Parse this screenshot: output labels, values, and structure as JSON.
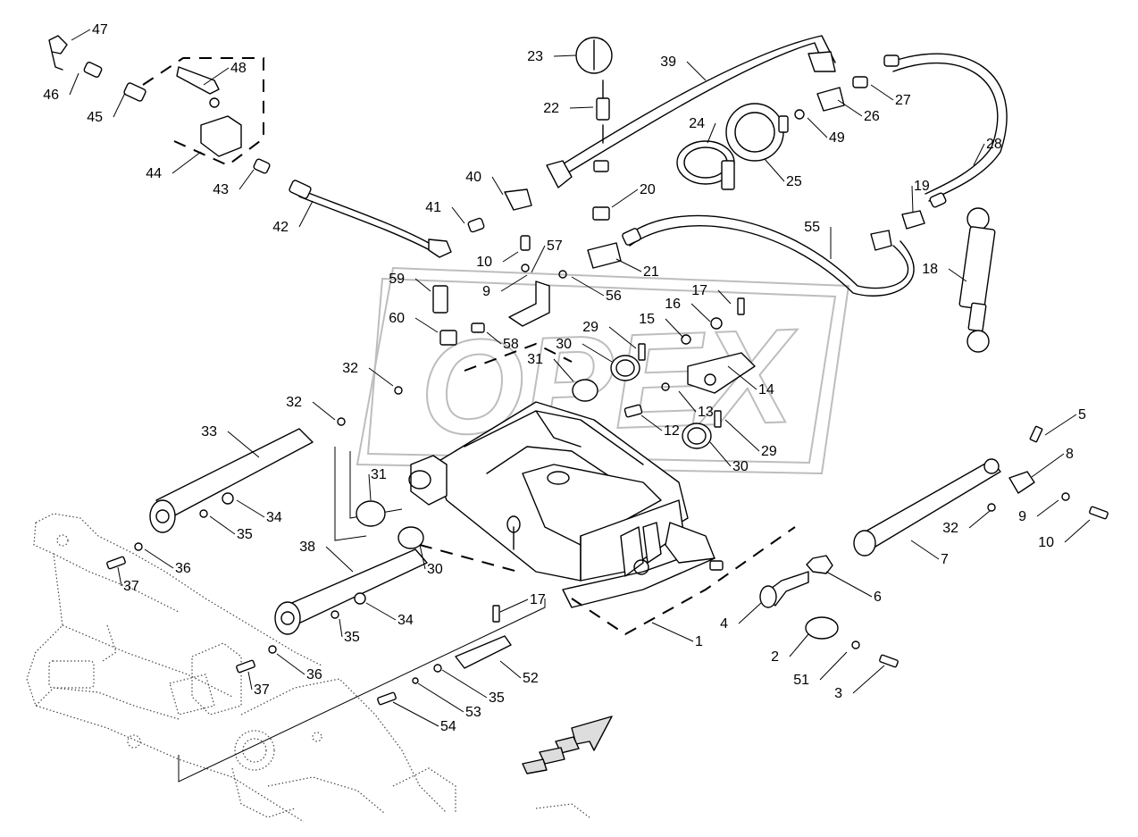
{
  "watermark_text": "OPEX",
  "callouts": [
    {
      "label": "47"
    },
    {
      "label": "46"
    },
    {
      "label": "45"
    },
    {
      "label": "48"
    },
    {
      "label": "44"
    },
    {
      "label": "43"
    },
    {
      "label": "42"
    },
    {
      "label": "41"
    },
    {
      "label": "40"
    },
    {
      "label": "23"
    },
    {
      "label": "22"
    },
    {
      "label": "39"
    },
    {
      "label": "24"
    },
    {
      "label": "25"
    },
    {
      "label": "49"
    },
    {
      "label": "26"
    },
    {
      "label": "27"
    },
    {
      "label": "28"
    },
    {
      "label": "20"
    },
    {
      "label": "21"
    },
    {
      "label": "10"
    },
    {
      "label": "57"
    },
    {
      "label": "9"
    },
    {
      "label": "56"
    },
    {
      "label": "59"
    },
    {
      "label": "60"
    },
    {
      "label": "58"
    },
    {
      "label": "55"
    },
    {
      "label": "19"
    },
    {
      "label": "18"
    },
    {
      "label": "17"
    },
    {
      "label": "16"
    },
    {
      "label": "15"
    },
    {
      "label": "29"
    },
    {
      "label": "30"
    },
    {
      "label": "31"
    },
    {
      "label": "14"
    },
    {
      "label": "13"
    },
    {
      "label": "12"
    },
    {
      "label": "29"
    },
    {
      "label": "30"
    },
    {
      "label": "32"
    },
    {
      "label": "32"
    },
    {
      "label": "33"
    },
    {
      "label": "31"
    },
    {
      "label": "34"
    },
    {
      "label": "35"
    },
    {
      "label": "36"
    },
    {
      "label": "37"
    },
    {
      "label": "38"
    },
    {
      "label": "30"
    },
    {
      "label": "34"
    },
    {
      "label": "35"
    },
    {
      "label": "36"
    },
    {
      "label": "37"
    },
    {
      "label": "17"
    },
    {
      "label": "52"
    },
    {
      "label": "35"
    },
    {
      "label": "53"
    },
    {
      "label": "54"
    },
    {
      "label": "1"
    },
    {
      "label": "4"
    },
    {
      "label": "2"
    },
    {
      "label": "51"
    },
    {
      "label": "3"
    },
    {
      "label": "6"
    },
    {
      "label": "7"
    },
    {
      "label": "32"
    },
    {
      "label": "5"
    },
    {
      "label": "8"
    },
    {
      "label": "9"
    },
    {
      "label": "10"
    }
  ]
}
